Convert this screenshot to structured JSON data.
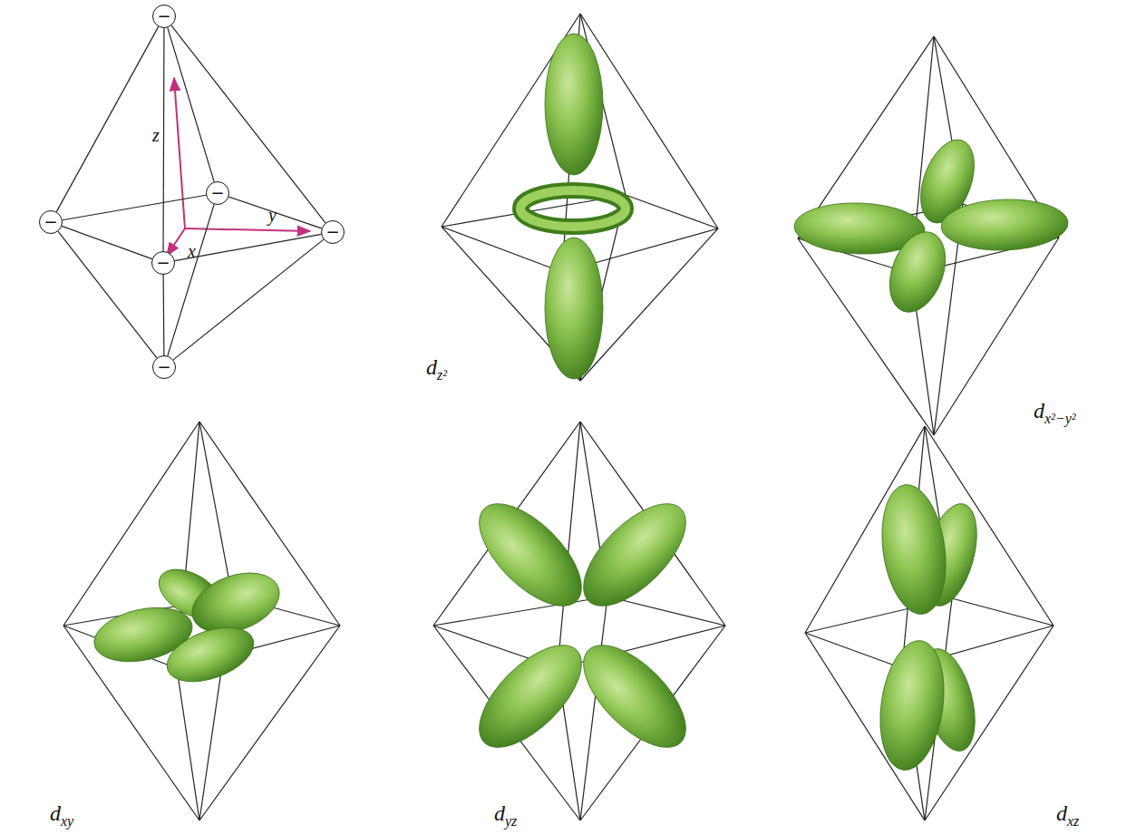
{
  "diagram": {
    "nodes": [
      {
        "text": [
          "−"
        ]
      },
      {
        "text": [
          "−"
        ]
      },
      {
        "text": [
          "−"
        ]
      },
      {
        "text": [
          "−"
        ]
      },
      {
        "text": [
          "−"
        ]
      },
      {
        "text": [
          "−"
        ]
      }
    ],
    "edges": [
      {
        "from": 0,
        "to": 2,
        "arrow": "none"
      },
      {
        "from": 0,
        "to": 3,
        "arrow": "none"
      },
      {
        "from": 0,
        "to": 4,
        "arrow": "none"
      },
      {
        "from": 0,
        "to": 1,
        "arrow": "none"
      },
      {
        "from": 5,
        "to": 2,
        "arrow": "none"
      },
      {
        "from": 5,
        "to": 3,
        "arrow": "none"
      },
      {
        "from": 5,
        "to": 4,
        "arrow": "none"
      },
      {
        "from": 5,
        "to": 1,
        "arrow": "none"
      },
      {
        "from": 2,
        "to": 4,
        "arrow": "none"
      },
      {
        "from": 4,
        "to": 3,
        "arrow": "none"
      },
      {
        "from": 3,
        "to": 1,
        "arrow": "none"
      },
      {
        "from": 1,
        "to": 2,
        "arrow": "none"
      }
    ],
    "labels": [
      "z",
      "x",
      "y",
      "dz²",
      "dx²−y²",
      "dxy",
      "dyz",
      "dxz"
    ]
  }
}
